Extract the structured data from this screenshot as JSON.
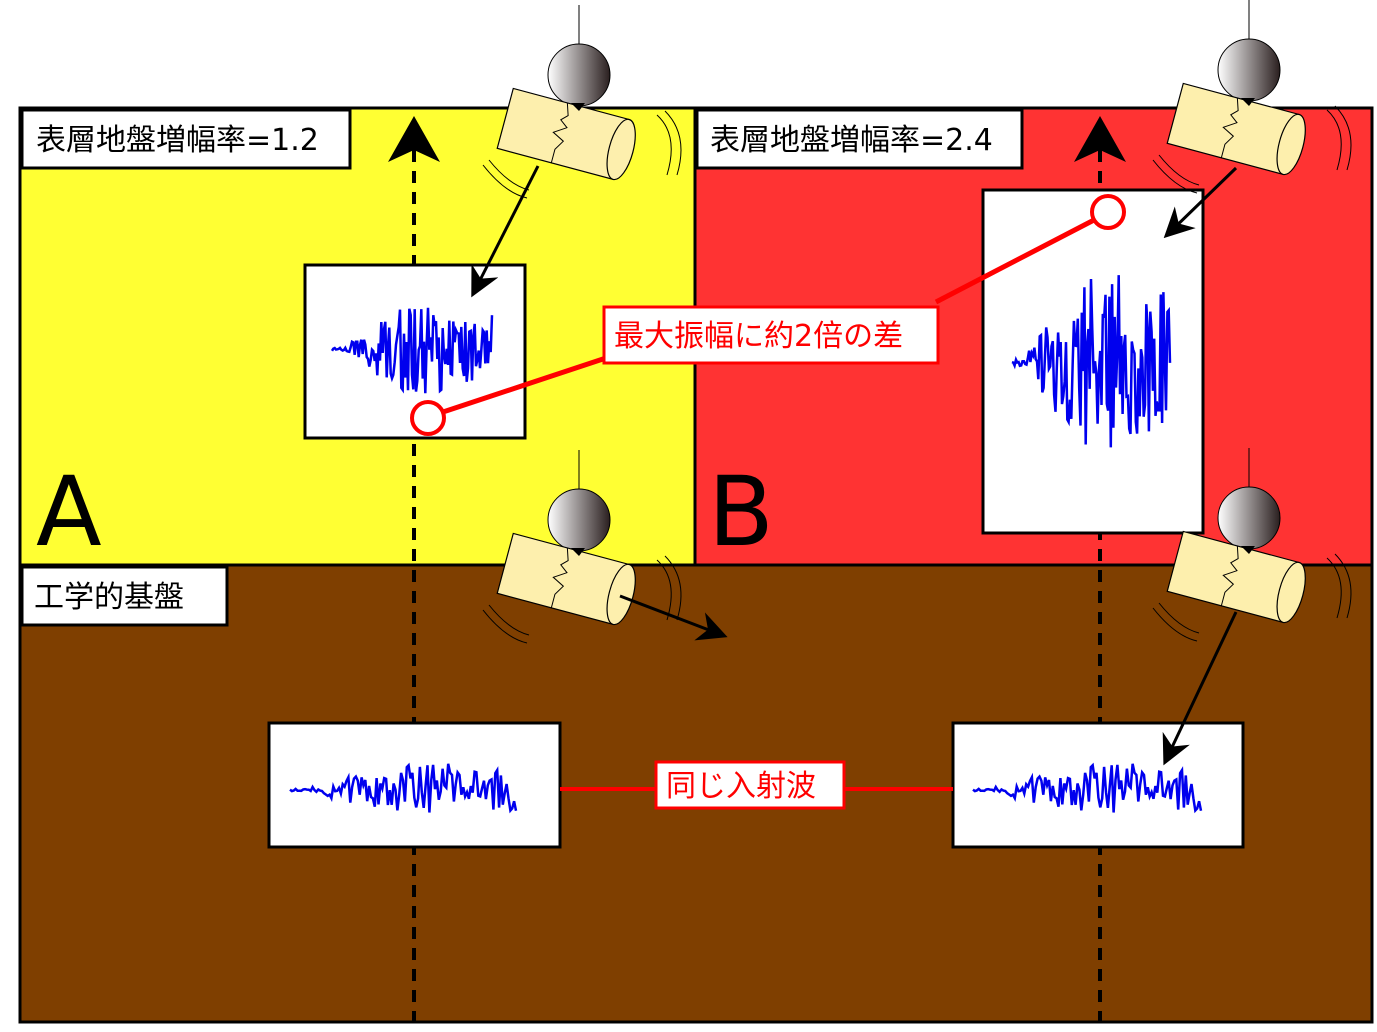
{
  "site_a": {
    "label": "A",
    "amplification_label": "表層地盤増幅率=1.2",
    "amplification": 1.2,
    "color": "#ffff33"
  },
  "site_b": {
    "label": "B",
    "amplification_label": "表層地盤増幅率=2.4",
    "amplification": 2.4,
    "color": "#ff3333"
  },
  "bedrock": {
    "label": "工学的基盤",
    "color": "#7f3f00"
  },
  "annotations": {
    "max_amplitude_diff": "最大振幅に約2倍の差",
    "same_incident_wave": "同じ入射波"
  },
  "colors": {
    "wave": "#0000ee",
    "annotation": "#ff0000"
  }
}
